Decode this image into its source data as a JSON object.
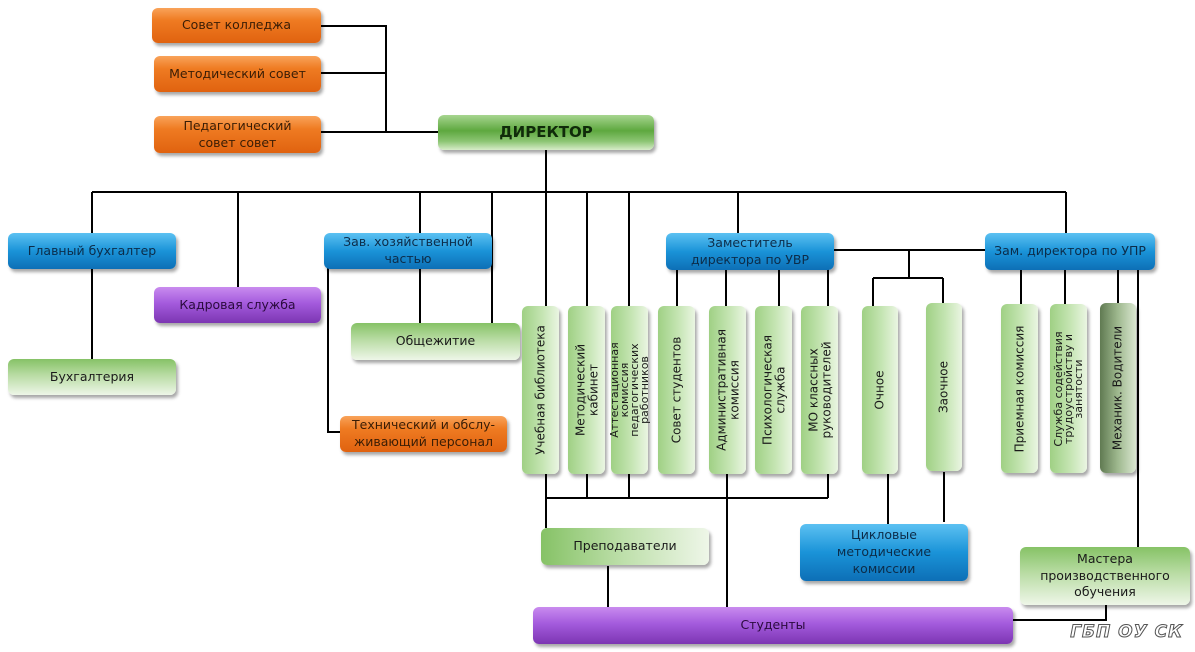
{
  "diagram": {
    "director": "ДИРЕКТОР",
    "councils": [
      "Совет колледжа",
      "Методический совет",
      "Педагогический совет совет"
    ],
    "chief_accountant": "Главный бухгалтер",
    "accounting": "Бухгалтерия",
    "hr": "Кадровая служба",
    "household_head": "Зав. хозяйственной частью",
    "dormitory": "Общежитие",
    "technical_staff": "Технический и обслу-живающий персонал",
    "deputy_uvr": "Заместитель директора по УВР",
    "deputy_upr": "Зам. директора по УПР",
    "vertical_units": {
      "library": "Учебная библиотека",
      "method_cabinet": "Методический кабинет",
      "attestation": "Аттестационная комиссия педагогических работников",
      "student_council": "Совет студентов",
      "admin_commission": "Административная комиссия",
      "psych_service": "Психологическая служба",
      "class_mo": "МО классных руководителей",
      "fulltime": "Очное",
      "parttime": "Заочное",
      "admission": "Приемная комиссия",
      "employment": "Служба содействия трудоустройству и занятости",
      "mechanics": "Механик. Водители"
    },
    "teachers": "Преподаватели",
    "cycle_commissions": "Цикловые методические комиссии",
    "masters": "Мастера производственного обучения",
    "students": "Студенты",
    "watermark": "ГБП ОУ СК"
  },
  "colors": {
    "orange": "#ef7b22",
    "green": "#86c266",
    "blue": "#1a93d8",
    "purple": "#a45bdd",
    "line": "#000000"
  }
}
